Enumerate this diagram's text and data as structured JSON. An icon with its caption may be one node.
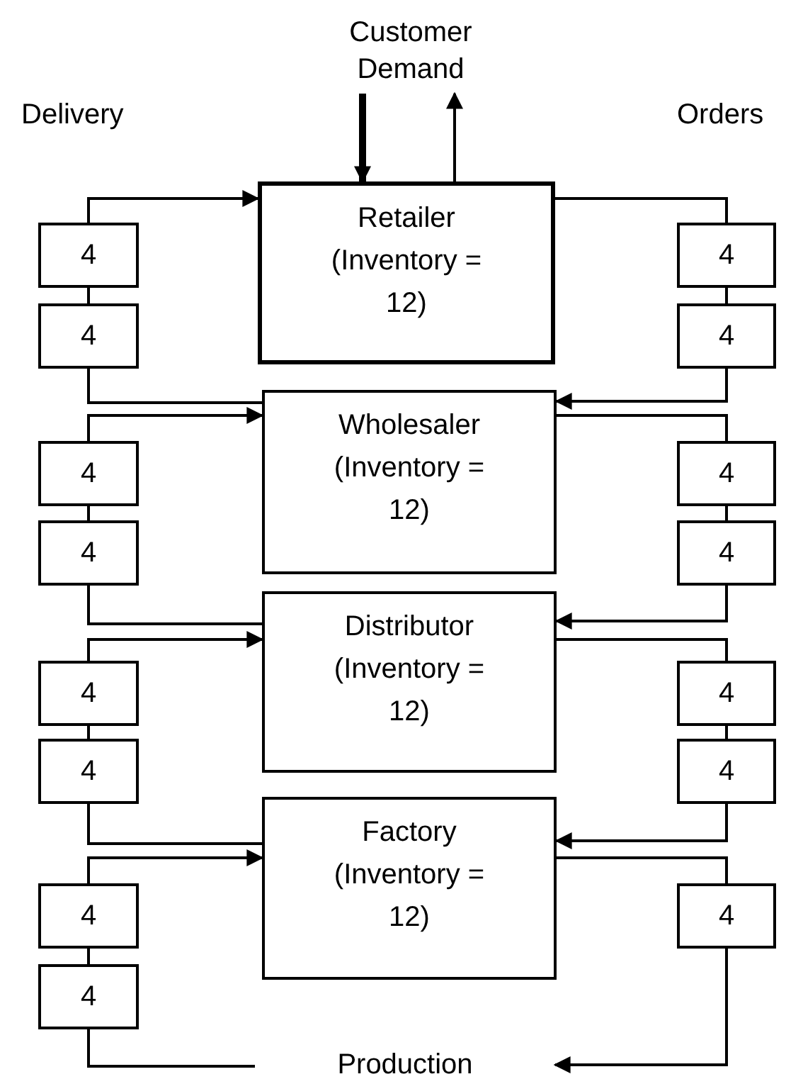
{
  "diagram": {
    "nodes": [
      {
        "text": [
          "Customer Demand"
        ]
      },
      {
        "text": [
          "Retailer",
          "(Inventory = 12)"
        ]
      },
      {
        "text": [
          "Wholesaler",
          "(Inventory = 12)"
        ]
      },
      {
        "text": [
          "Distributor",
          "(Inventory = 12)"
        ]
      },
      {
        "text": [
          "Factory",
          "(Inventory = 12)"
        ]
      },
      {
        "text": [
          "Production"
        ]
      },
      {
        "text": [
          "4"
        ]
      },
      {
        "text": [
          "4"
        ]
      },
      {
        "text": [
          "4"
        ]
      },
      {
        "text": [
          "4"
        ]
      },
      {
        "text": [
          "4"
        ]
      },
      {
        "text": [
          "4"
        ]
      },
      {
        "text": [
          "4"
        ]
      },
      {
        "text": [
          "4"
        ]
      },
      {
        "text": [
          "4"
        ]
      },
      {
        "text": [
          "4"
        ]
      },
      {
        "text": [
          "4"
        ]
      },
      {
        "text": [
          "4"
        ]
      },
      {
        "text": [
          "4"
        ]
      },
      {
        "text": [
          "4"
        ]
      },
      {
        "text": [
          "4"
        ]
      }
    ],
    "edges": [
      {
        "from": 0,
        "to": 1,
        "arrow": "to",
        "style": "thick"
      },
      {
        "from": 1,
        "to": 0,
        "arrow": "to"
      },
      {
        "from": 2,
        "to": 7,
        "arrow": "none"
      },
      {
        "from": 7,
        "to": 6,
        "arrow": "none"
      },
      {
        "from": 6,
        "to": 1,
        "arrow": "to"
      },
      {
        "from": 3,
        "to": 9,
        "arrow": "none"
      },
      {
        "from": 9,
        "to": 8,
        "arrow": "none"
      },
      {
        "from": 8,
        "to": 2,
        "arrow": "to"
      },
      {
        "from": 4,
        "to": 11,
        "arrow": "none"
      },
      {
        "from": 11,
        "to": 10,
        "arrow": "none"
      },
      {
        "from": 10,
        "to": 3,
        "arrow": "to"
      },
      {
        "from": 5,
        "to": 13,
        "arrow": "none"
      },
      {
        "from": 13,
        "to": 12,
        "arrow": "none"
      },
      {
        "from": 12,
        "to": 4,
        "arrow": "to"
      },
      {
        "from": 1,
        "to": 14,
        "arrow": "none"
      },
      {
        "from": 14,
        "to": 15,
        "arrow": "none"
      },
      {
        "from": 15,
        "to": 2,
        "arrow": "to"
      },
      {
        "from": 2,
        "to": 16,
        "arrow": "none"
      },
      {
        "from": 16,
        "to": 17,
        "arrow": "none"
      },
      {
        "from": 17,
        "to": 3,
        "arrow": "to"
      },
      {
        "from": 3,
        "to": 18,
        "arrow": "none"
      },
      {
        "from": 18,
        "to": 19,
        "arrow": "none"
      },
      {
        "from": 19,
        "to": 4,
        "arrow": "to"
      },
      {
        "from": 4,
        "to": 20,
        "arrow": "none"
      },
      {
        "from": 20,
        "to": 5,
        "arrow": "to"
      }
    ],
    "labels": [
      "Delivery",
      "Orders"
    ]
  }
}
